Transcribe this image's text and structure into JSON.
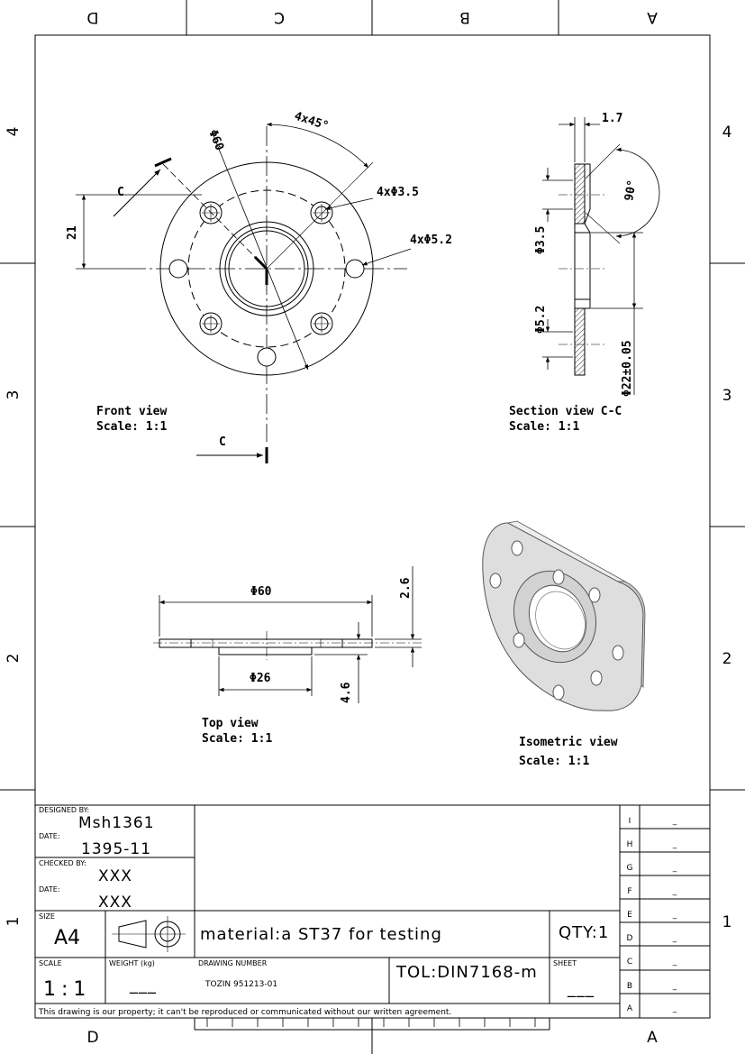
{
  "grid": {
    "cols_top": [
      "D",
      "C",
      "B",
      "A"
    ],
    "cols_bottom_left": "D",
    "cols_bottom_right": "A",
    "rows": [
      "4",
      "3",
      "2",
      "1"
    ]
  },
  "views": {
    "front": {
      "title": "Front view",
      "scale": "Scale:  1:1",
      "cut_label": "C"
    },
    "section": {
      "title": "Section view C-C",
      "scale": "Scale:  1:1"
    },
    "top": {
      "title": "Top view",
      "scale": "Scale:  1:1"
    },
    "iso": {
      "title": "Isometric view",
      "scale": "Scale:  1:1"
    }
  },
  "dimensions": {
    "pcd": "Φ60",
    "chamfer": "4x45°",
    "holes_small": "4xΦ3.5",
    "holes_large": "4xΦ5.2",
    "offset": "21",
    "thickness_top": "1.7",
    "angle": "90°",
    "sec_d35": "Φ3.5",
    "sec_d52": "Φ5.2",
    "sec_d22": "Φ22±0.05",
    "top_d60": "Φ60",
    "top_d26": "Φ26",
    "top_t26": "2.6",
    "top_t46": "4.6"
  },
  "title_block": {
    "designed_by_label": "DESIGNED BY:",
    "designed_by": "Msh1361",
    "date_label": "DATE:",
    "date": "1395-11",
    "checked_by_label": "CHECKED BY:",
    "checked_by": "XXX",
    "date2_label": "DATE:",
    "date2": "XXX",
    "size_label": "SIZE",
    "size": "A4",
    "material": "material:a ST37 for testing",
    "qty": "QTY:1",
    "scale_label": "SCALE",
    "scale": "1:1",
    "weight_label": "WEIGHT (kg)",
    "weight": "___",
    "drawing_number_label": "DRAWING NUMBER",
    "drawing_number": "TOZIN 951213-01",
    "tolerance": "TOL:DIN7168-m",
    "sheet_label": "SHEET",
    "sheet": "___",
    "note": "This drawing is our property; it can't be reproduced or communicated without our written agreement.",
    "revisions": [
      {
        "letter": "I",
        "value": "_"
      },
      {
        "letter": "H",
        "value": "_"
      },
      {
        "letter": "G",
        "value": "_"
      },
      {
        "letter": "F",
        "value": "_"
      },
      {
        "letter": "E",
        "value": "_"
      },
      {
        "letter": "D",
        "value": "_"
      },
      {
        "letter": "C",
        "value": "_"
      },
      {
        "letter": "B",
        "value": "_"
      },
      {
        "letter": "A",
        "value": "_"
      }
    ]
  }
}
